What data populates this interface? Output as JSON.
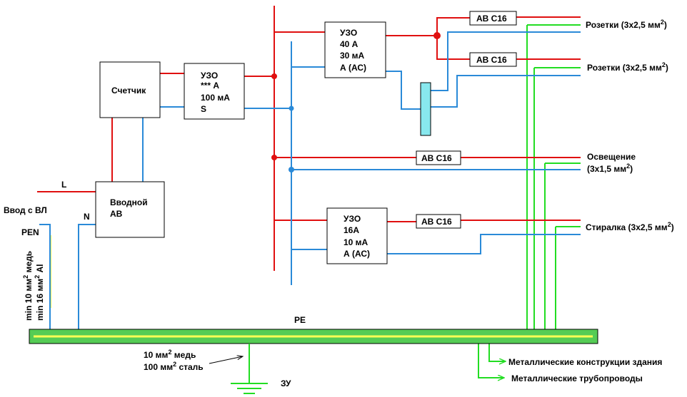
{
  "colors": {
    "phase": "#e01010",
    "neutral": "#2a8ad8",
    "earth": "#22dd22",
    "pe_bus_fill": "#55cc55",
    "pe_bus_stripe": "#ffff55",
    "terminal_block": "#88e8ee"
  },
  "meter": {
    "label": "Счетчик"
  },
  "main_breaker": {
    "line1": "Вводной",
    "line2": "АВ"
  },
  "rcd_main": {
    "line1": "УЗО",
    "line2": "*** А",
    "line3": "100 мА",
    "line4": "S"
  },
  "rcd_sockets": {
    "line1": "УЗО",
    "line2": "40 А",
    "line3": "30 мА",
    "line4": "А (АС)"
  },
  "rcd_washer": {
    "line1": "УЗО",
    "line2": "16А",
    "line3": "10 мА",
    "line4": "А (АС)"
  },
  "breakers": {
    "sockets1": "АВ С16",
    "sockets2": "АВ С16",
    "lighting": "АВ С16",
    "washer": "АВ С16"
  },
  "loads": {
    "sockets1": {
      "text": "Розетки (3х2,5 мм",
      "sup": "2",
      "end": ")"
    },
    "sockets2": {
      "text": "Розетки (3х2,5 мм",
      "sup": "2",
      "end": ")"
    },
    "lighting": {
      "text": "Освещение"
    },
    "lighting_cable": {
      "text": "(3х1,5 мм",
      "sup": "2",
      "end": ")"
    },
    "washer": {
      "text": "Стиралка (3х2,5 мм",
      "sup": "2",
      "end": ")"
    }
  },
  "input": {
    "title": "Ввод с ВЛ",
    "l": "L",
    "n": "N",
    "pen": "PEN",
    "pen_copper": {
      "a": "min 10 мм",
      "sup": "2",
      "b": " медь"
    },
    "pen_al": {
      "a": "min 16 мм",
      "sup": "2",
      "b": " Al"
    }
  },
  "pe_bus": {
    "label": "PE"
  },
  "earthing": {
    "label": "ЗУ",
    "copper": {
      "a": "10 мм",
      "sup": "2",
      "b": " медь"
    },
    "steel": {
      "a": "100 мм",
      "sup": "2",
      "b": " сталь"
    }
  },
  "bonding": {
    "structures": "Металлические конструкции здания",
    "pipes": "Металлические трубопроводы"
  }
}
